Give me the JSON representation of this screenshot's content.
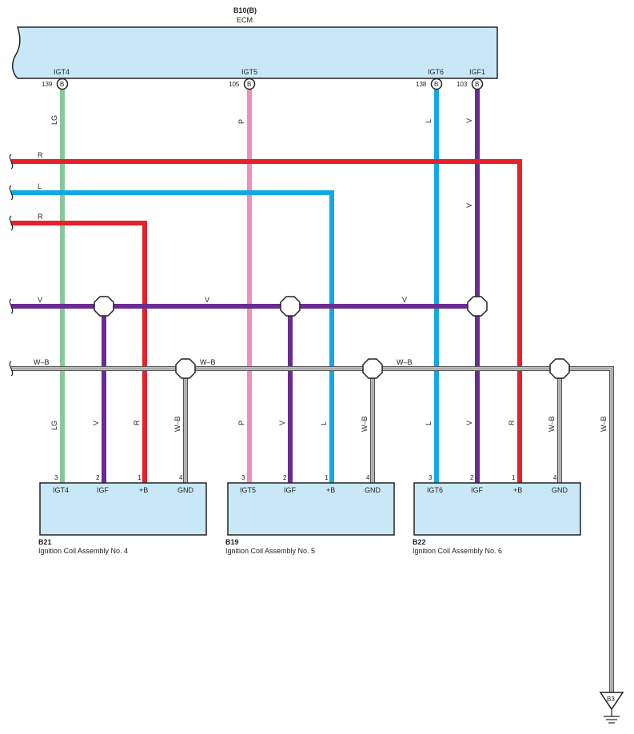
{
  "ecm": {
    "connector": "B10(B)",
    "name": "ECM",
    "terminals": [
      {
        "name": "IGT4",
        "pin": "139",
        "conn": "B"
      },
      {
        "name": "IGT5",
        "pin": "105",
        "conn": "B"
      },
      {
        "name": "IGT6",
        "pin": "138",
        "conn": "B"
      },
      {
        "name": "IGF1",
        "pin": "103",
        "conn": "B"
      }
    ]
  },
  "wire_labels": {
    "lg": "LG",
    "p": "P",
    "l": "L",
    "v": "V",
    "r": "R",
    "wb": "W–B"
  },
  "coils": [
    {
      "code": "B21",
      "name": "Ignition Coil Assembly No.  4",
      "terminals": [
        "IGT4",
        "IGF",
        "+B",
        "GND"
      ],
      "pins": [
        "3",
        "2",
        "1",
        "4"
      ]
    },
    {
      "code": "B19",
      "name": "Ignition Coil Assembly No.  5",
      "terminals": [
        "IGT5",
        "IGF",
        "+B",
        "GND"
      ],
      "pins": [
        "3",
        "2",
        "1",
        "4"
      ]
    },
    {
      "code": "B22",
      "name": "Ignition Coil Assembly No.  6",
      "terminals": [
        "IGT6",
        "IGF",
        "+B",
        "GND"
      ],
      "pins": [
        "3",
        "2",
        "1",
        "4"
      ]
    }
  ],
  "ground": {
    "label": "B3"
  },
  "colors": {
    "lg": "#86c99a",
    "pink": "#ee8fbe",
    "blue": "#12a8e4",
    "violet": "#6b2c91",
    "red": "#e8202a",
    "box": "#c8e8f8",
    "wb": "#555555"
  }
}
